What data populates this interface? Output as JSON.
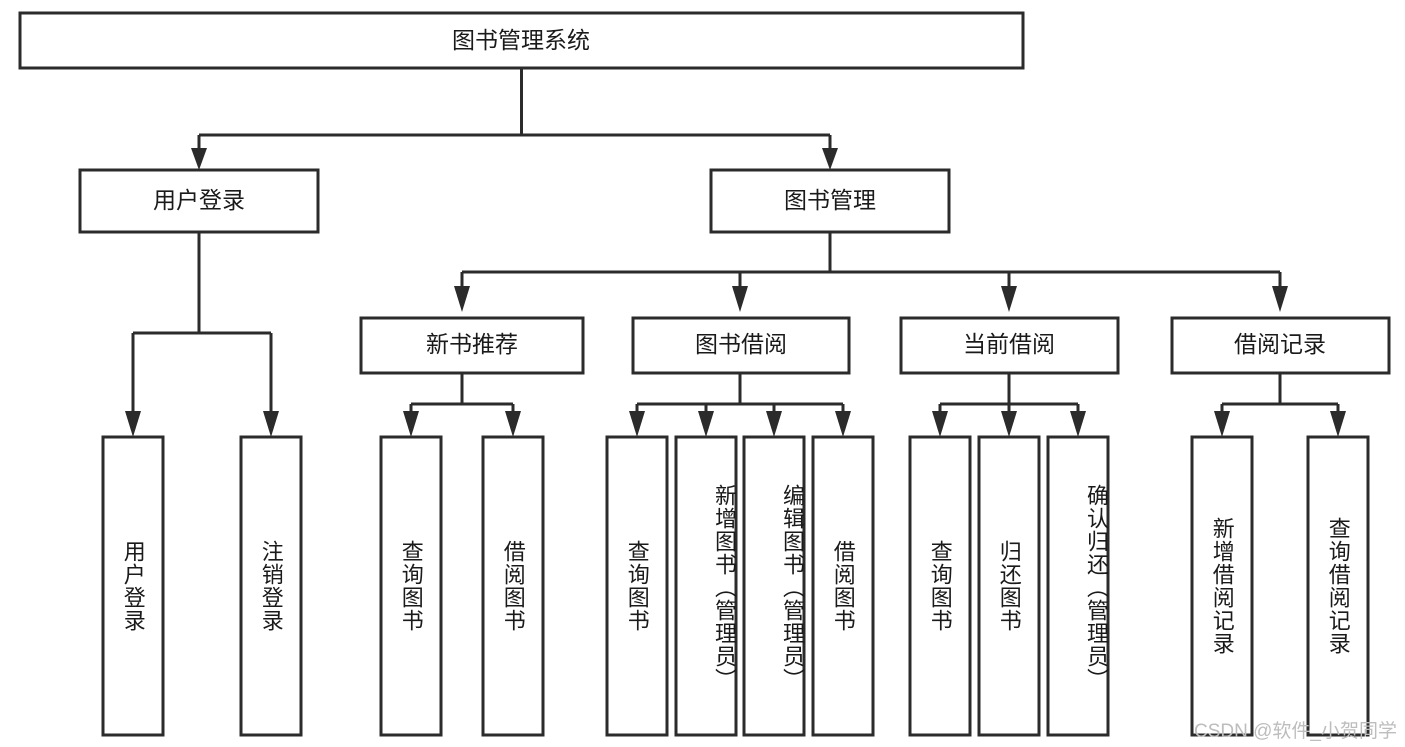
{
  "diagram": {
    "title": "图书管理系统",
    "type": "tree-hierarchy",
    "root": {
      "id": "root",
      "label": "图书管理系统"
    },
    "level2": [
      {
        "id": "user-login",
        "label": "用户登录"
      },
      {
        "id": "book-management",
        "label": "图书管理"
      }
    ],
    "level3": [
      {
        "id": "new-book-recommend",
        "label": "新书推荐",
        "parent": "book-management"
      },
      {
        "id": "book-borrow",
        "label": "图书借阅",
        "parent": "book-management"
      },
      {
        "id": "current-borrow",
        "label": "当前借阅",
        "parent": "book-management"
      },
      {
        "id": "borrow-record",
        "label": "借阅记录",
        "parent": "book-management"
      }
    ],
    "leaves": [
      {
        "id": "leaf-user-login",
        "label": "用户登录",
        "parent": "user-login"
      },
      {
        "id": "leaf-logout-login",
        "label": "注销登录",
        "parent": "user-login"
      },
      {
        "id": "leaf-query-book-1",
        "label": "查询图书",
        "parent": "new-book-recommend"
      },
      {
        "id": "leaf-borrow-book-1",
        "label": "借阅图书",
        "parent": "new-book-recommend"
      },
      {
        "id": "leaf-query-book-2",
        "label": "查询图书",
        "parent": "book-borrow"
      },
      {
        "id": "leaf-add-book",
        "label": "新增图书（管理员）",
        "parent": "book-borrow"
      },
      {
        "id": "leaf-edit-book",
        "label": "编辑图书（管理员）",
        "parent": "book-borrow"
      },
      {
        "id": "leaf-borrow-book-2",
        "label": "借阅图书",
        "parent": "book-borrow"
      },
      {
        "id": "leaf-query-book-3",
        "label": "查询图书",
        "parent": "current-borrow"
      },
      {
        "id": "leaf-return-book",
        "label": "归还图书",
        "parent": "current-borrow"
      },
      {
        "id": "leaf-confirm-return",
        "label": "确认归还（管理员）",
        "parent": "current-borrow"
      },
      {
        "id": "leaf-add-record",
        "label": "新增借阅记录",
        "parent": "borrow-record"
      },
      {
        "id": "leaf-query-record",
        "label": "查询借阅记录",
        "parent": "borrow-record"
      }
    ],
    "colors": {
      "stroke": "#2b2b2b",
      "fill": "#ffffff",
      "text": "#1a1a1a",
      "watermark": "#bdbdbd"
    }
  },
  "watermark": {
    "text": "CSDN @软件_小贺同学"
  }
}
